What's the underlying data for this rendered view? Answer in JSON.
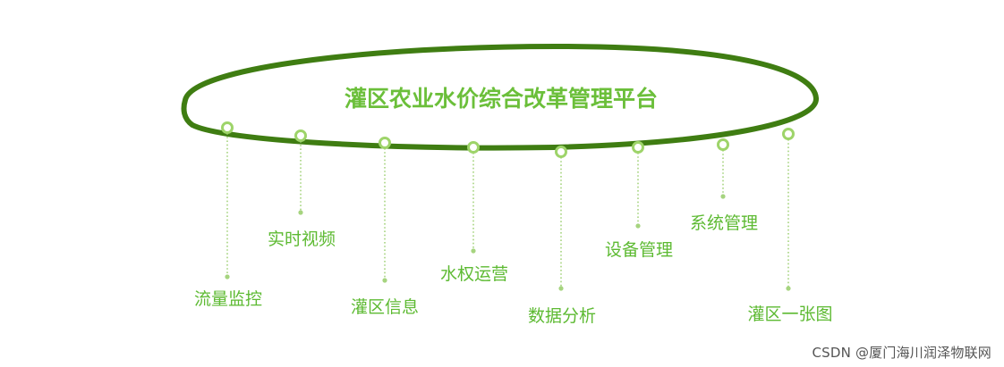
{
  "diagram": {
    "title": "灌区农业水价综合改革管理平台",
    "modules": [
      {
        "label": "流量监控"
      },
      {
        "label": "实时视频"
      },
      {
        "label": "灌区信息"
      },
      {
        "label": "水权运营"
      },
      {
        "label": "数据分析"
      },
      {
        "label": "设备管理"
      },
      {
        "label": "系统管理"
      },
      {
        "label": "灌区一张图"
      }
    ]
  },
  "colors": {
    "ellipse_stroke": "#3f7d12",
    "node_ring": "#9ed46a",
    "dotted_line": "#a6d47f",
    "label_text": "#5dba32",
    "title_text": "#6bbf3a"
  },
  "watermark": "CSDN @厦门海川润泽物联网"
}
